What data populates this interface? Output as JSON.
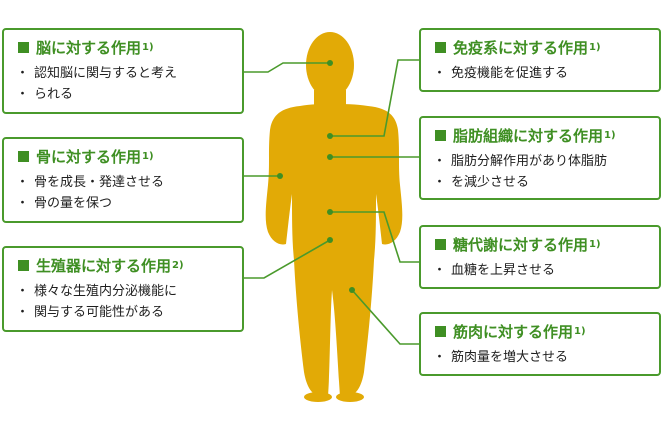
{
  "colors": {
    "accent": "#3f8f23",
    "border": "#4a9a2c",
    "figure": "#e2aa06"
  },
  "cards": [
    {
      "id": "brain",
      "title": "脳に対する作用",
      "ref": "1)",
      "items": [
        "認知脳に関与すると考え",
        "られる"
      ]
    },
    {
      "id": "bone",
      "title": "骨に対する作用",
      "ref": "1)",
      "items": [
        "骨を成長・発達させる",
        "骨の量を保つ"
      ]
    },
    {
      "id": "reproductive",
      "title": "生殖器に対する作用",
      "ref": "2)",
      "items": [
        "様々な生殖内分泌機能に",
        "関与する可能性がある"
      ]
    },
    {
      "id": "immune",
      "title": "免疫系に対する作用",
      "ref": "1)",
      "items": [
        "免疫機能を促進する"
      ]
    },
    {
      "id": "adipose",
      "title": "脂肪組織に対する作用",
      "ref": "1)",
      "items": [
        "脂肪分解作用があり体脂肪",
        "を減少させる"
      ]
    },
    {
      "id": "glucose",
      "title": "糖代謝に対する作用",
      "ref": "1)",
      "items": [
        "血糖を上昇させる"
      ]
    },
    {
      "id": "muscle",
      "title": "筋肉に対する作用",
      "ref": "1)",
      "items": [
        "筋肉量を増大させる"
      ]
    }
  ]
}
